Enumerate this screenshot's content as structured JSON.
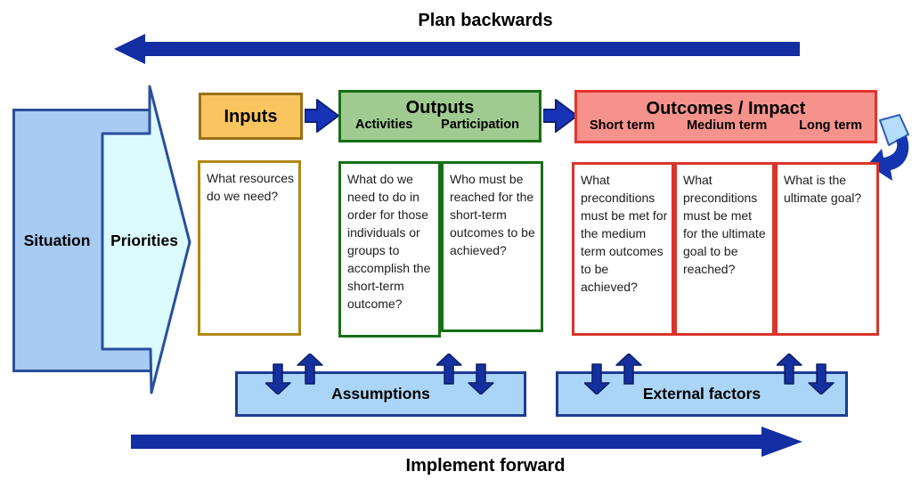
{
  "labels": {
    "plan_backwards": "Plan backwards",
    "implement_forward": "Implement forward",
    "situation": "Situation",
    "priorities": "Priorities",
    "assumptions": "Assumptions",
    "external_factors": "External factors"
  },
  "inputs": {
    "header": "Inputs",
    "question": "What resources do we need?"
  },
  "outputs": {
    "header": "Outputs",
    "subheaders": [
      "Activities",
      "Participation"
    ],
    "questions": [
      "What do we need to do in order for those individuals or groups to accomplish the short-term outcome?",
      "Who must be reached for the short-term outcomes to be achieved?"
    ]
  },
  "outcomes": {
    "header": "Outcomes / Impact",
    "subheaders": [
      "Short term",
      "Medium term",
      "Long term"
    ],
    "questions": [
      "What preconditions must be met for the medium term outcomes to be achieved?",
      "What preconditions must be met for the ultimate goal to be reached?",
      "What is the ultimate goal?"
    ]
  },
  "colors": {
    "long_arrow_blue": "#132DA2",
    "block_arrow_fill": "#1733B8",
    "block_arrow_stroke": "#0E2170",
    "exchange_arrow_fill": "#14309E",
    "inputs_fill": "#FAC55E",
    "inputs_border": "#9A6F16",
    "inputs_question_border": "#B08812",
    "outputs_fill": "#A0CB90",
    "outputs_border": "#156F15",
    "outcomes_fill": "#F5928C",
    "outcomes_border": "#E3342D",
    "panel_fill": "#ABD5F6",
    "panel_border": "#1F3C94",
    "situation_fill": "#A7CBF2",
    "situation_border": "#2A4F9C",
    "priorities_fill": "#DCFBFE",
    "curved_arrow_light": "#B5DCFA",
    "curved_arrow_dark": "#1535B0"
  }
}
